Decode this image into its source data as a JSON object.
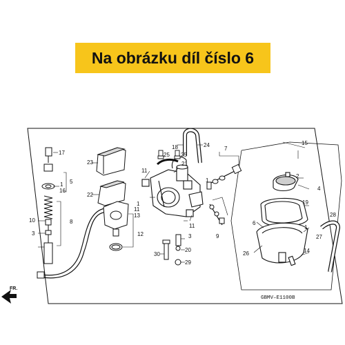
{
  "banner": {
    "text": "Na obrázku díl číslo 6",
    "color": "#f7c51b"
  },
  "diagram": {
    "code": "GBMV–E1100B",
    "direction_label": "FR.",
    "labels": {
      "l1a": "1",
      "l1b": "1",
      "l1c": "1",
      "l1d": "1",
      "l2": "2",
      "l3a": "3",
      "l3b": "3",
      "l4": "4",
      "l5": "5",
      "l6": "6",
      "l7": "7",
      "l8": "8",
      "l9": "9",
      "l10": "10",
      "l11a": "11",
      "l11b": "11",
      "l11c": "11",
      "l12": "12",
      "l13": "13",
      "l14": "14",
      "l15": "15",
      "l16": "16",
      "l17": "17",
      "l18": "18",
      "l19": "19",
      "l20": "20",
      "l21": "21",
      "l22": "22",
      "l23": "23",
      "l24": "24",
      "l25a": "25",
      "l25b": "25",
      "l26": "26",
      "l27": "27",
      "l28": "28",
      "l29": "29",
      "l30": "30"
    }
  }
}
